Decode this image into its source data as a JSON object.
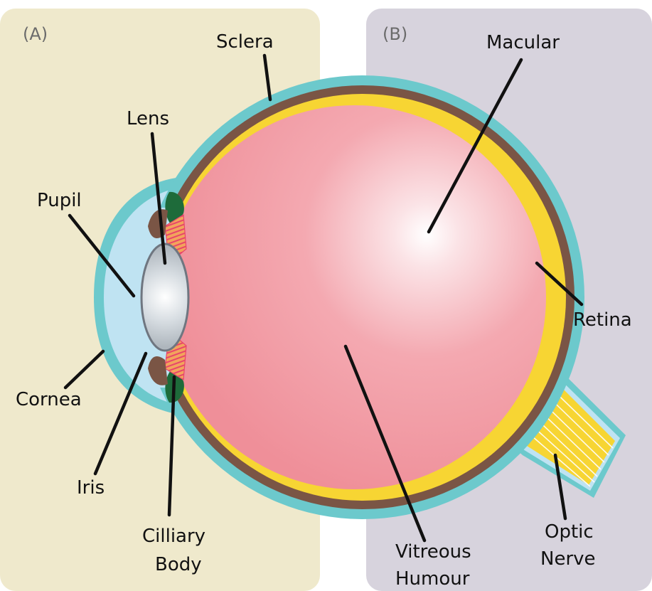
{
  "panels": {
    "left_label": "(A)",
    "right_label": "(B)",
    "left_color": "#efe9cc",
    "right_color": "#d7d3dd"
  },
  "labels": {
    "sclera": "Sclera",
    "lens": "Lens",
    "pupil": "Pupil",
    "cornea": "Cornea",
    "iris": "Iris",
    "ciliary_body_line1": "Cilliary",
    "ciliary_body_line2": "Body",
    "macular": "Macular",
    "retina": "Retina",
    "vitreous_line1": "Vitreous",
    "vitreous_line2": "Humour",
    "optic_line1": "Optic",
    "optic_line2": "Nerve"
  },
  "colors": {
    "sclera_outer": "#6cc9cc",
    "choroid": "#7a5545",
    "retina": "#f7d533",
    "vitreous": "#f19aa3",
    "lens": "#bfc6cc",
    "cornea_fluid": "#bfe3f2",
    "ciliary_green": "#1e6b3a",
    "ciliary_muscle": "#f0a258"
  }
}
